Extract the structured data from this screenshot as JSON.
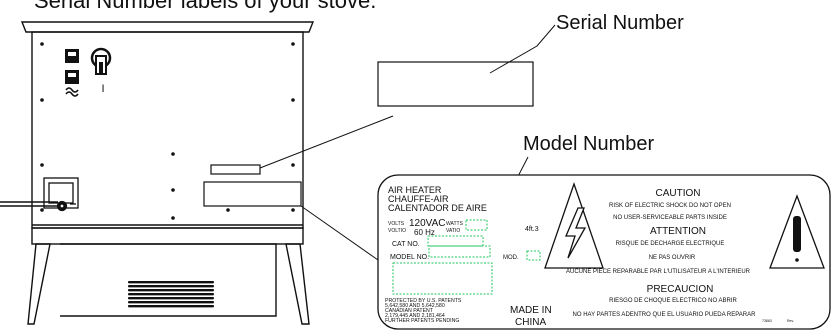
{
  "header": {
    "text": "Serial Number labels of your stove."
  },
  "callouts": {
    "serial": "Serial Number",
    "model": "Model Number"
  },
  "switch_marks": {
    "power_symbol": "I"
  },
  "label": {
    "product": [
      "AIR HEATER",
      "CHAUFFE-AIR",
      "CALENTADOR DE AIRE"
    ],
    "volts_label": "VOLTS",
    "volts_value": "120VAC",
    "hz_label": "VOLTIO",
    "hz_value": "60 Hz",
    "watts_label": "WATTS",
    "watts_label2": "VATIO",
    "watts_value": "4ft.3",
    "cat_no": "CAT NO.",
    "model_no": "MODEL NO.",
    "mod": "MOD.",
    "patents": [
      "PROTECTED BY U.S. PATENTS",
      "5,642,580 AND 5,642,580",
      "CANADIAN PATENT",
      "2,179,445 AND 2,181,464",
      "FURTHER PATENTS PENDING"
    ],
    "made_in": [
      "MADE IN",
      "CHINA"
    ],
    "caution_title": "CAUTION",
    "caution_lines": [
      "RISK OF ELECTRIC SHOCK  DO NOT OPEN",
      "NO USER-SERVICEABLE PARTS INSIDE"
    ],
    "attention_title": "ATTENTION",
    "attention_lines": [
      "RISQUE DE DECHARGE ELECTRIQUE",
      "NE PAS OUVRIR",
      "AUCUNE PIECE REPARABLE PAR L'UTILISATEUR A L'INTERIEUR"
    ],
    "precaucion_title": "PRECAUCION",
    "precaucion_lines": [
      "RIESGO DE CHOQUE ELECTRICO NO ABRIR",
      "NO HAY PARTES ADENTRO QUE EL USUARIO PUEDA REPARAR"
    ],
    "footer_left": "73863",
    "footer_right": "Rev."
  }
}
